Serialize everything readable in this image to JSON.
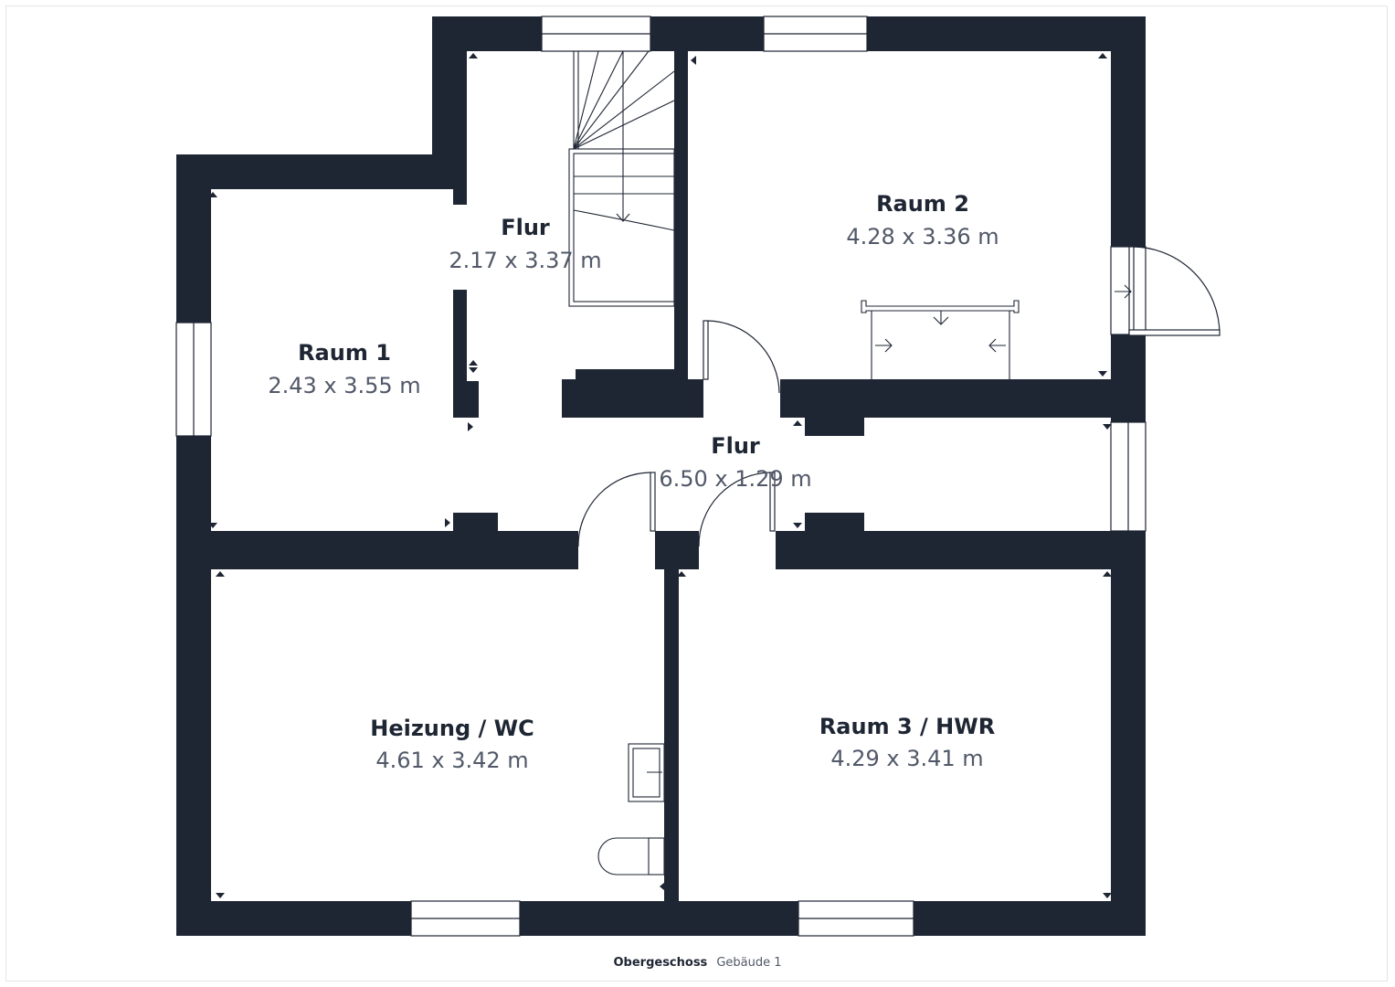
{
  "colors": {
    "wall": "#1e2533",
    "line": "#1e2533",
    "text": "#1e2533",
    "subtext": "#515868"
  },
  "rooms": [
    {
      "id": "flur-top",
      "name": "Flur",
      "dims": "2.17 x 3.37 m"
    },
    {
      "id": "raum-2",
      "name": "Raum 2",
      "dims": "4.28 x 3.36 m"
    },
    {
      "id": "raum-1",
      "name": "Raum 1",
      "dims": "2.43 x 3.55 m"
    },
    {
      "id": "flur-mid",
      "name": "Flur",
      "dims": "6.50 x 1.29 m"
    },
    {
      "id": "heizung-wc",
      "name": "Heizung / WC",
      "dims": "4.61 x 3.42 m"
    },
    {
      "id": "raum-3-hwr",
      "name": "Raum 3 / HWR",
      "dims": "4.29 x 3.41 m"
    }
  ],
  "caption": {
    "floor": "Obergeschoss",
    "building": "Gebäude 1"
  }
}
